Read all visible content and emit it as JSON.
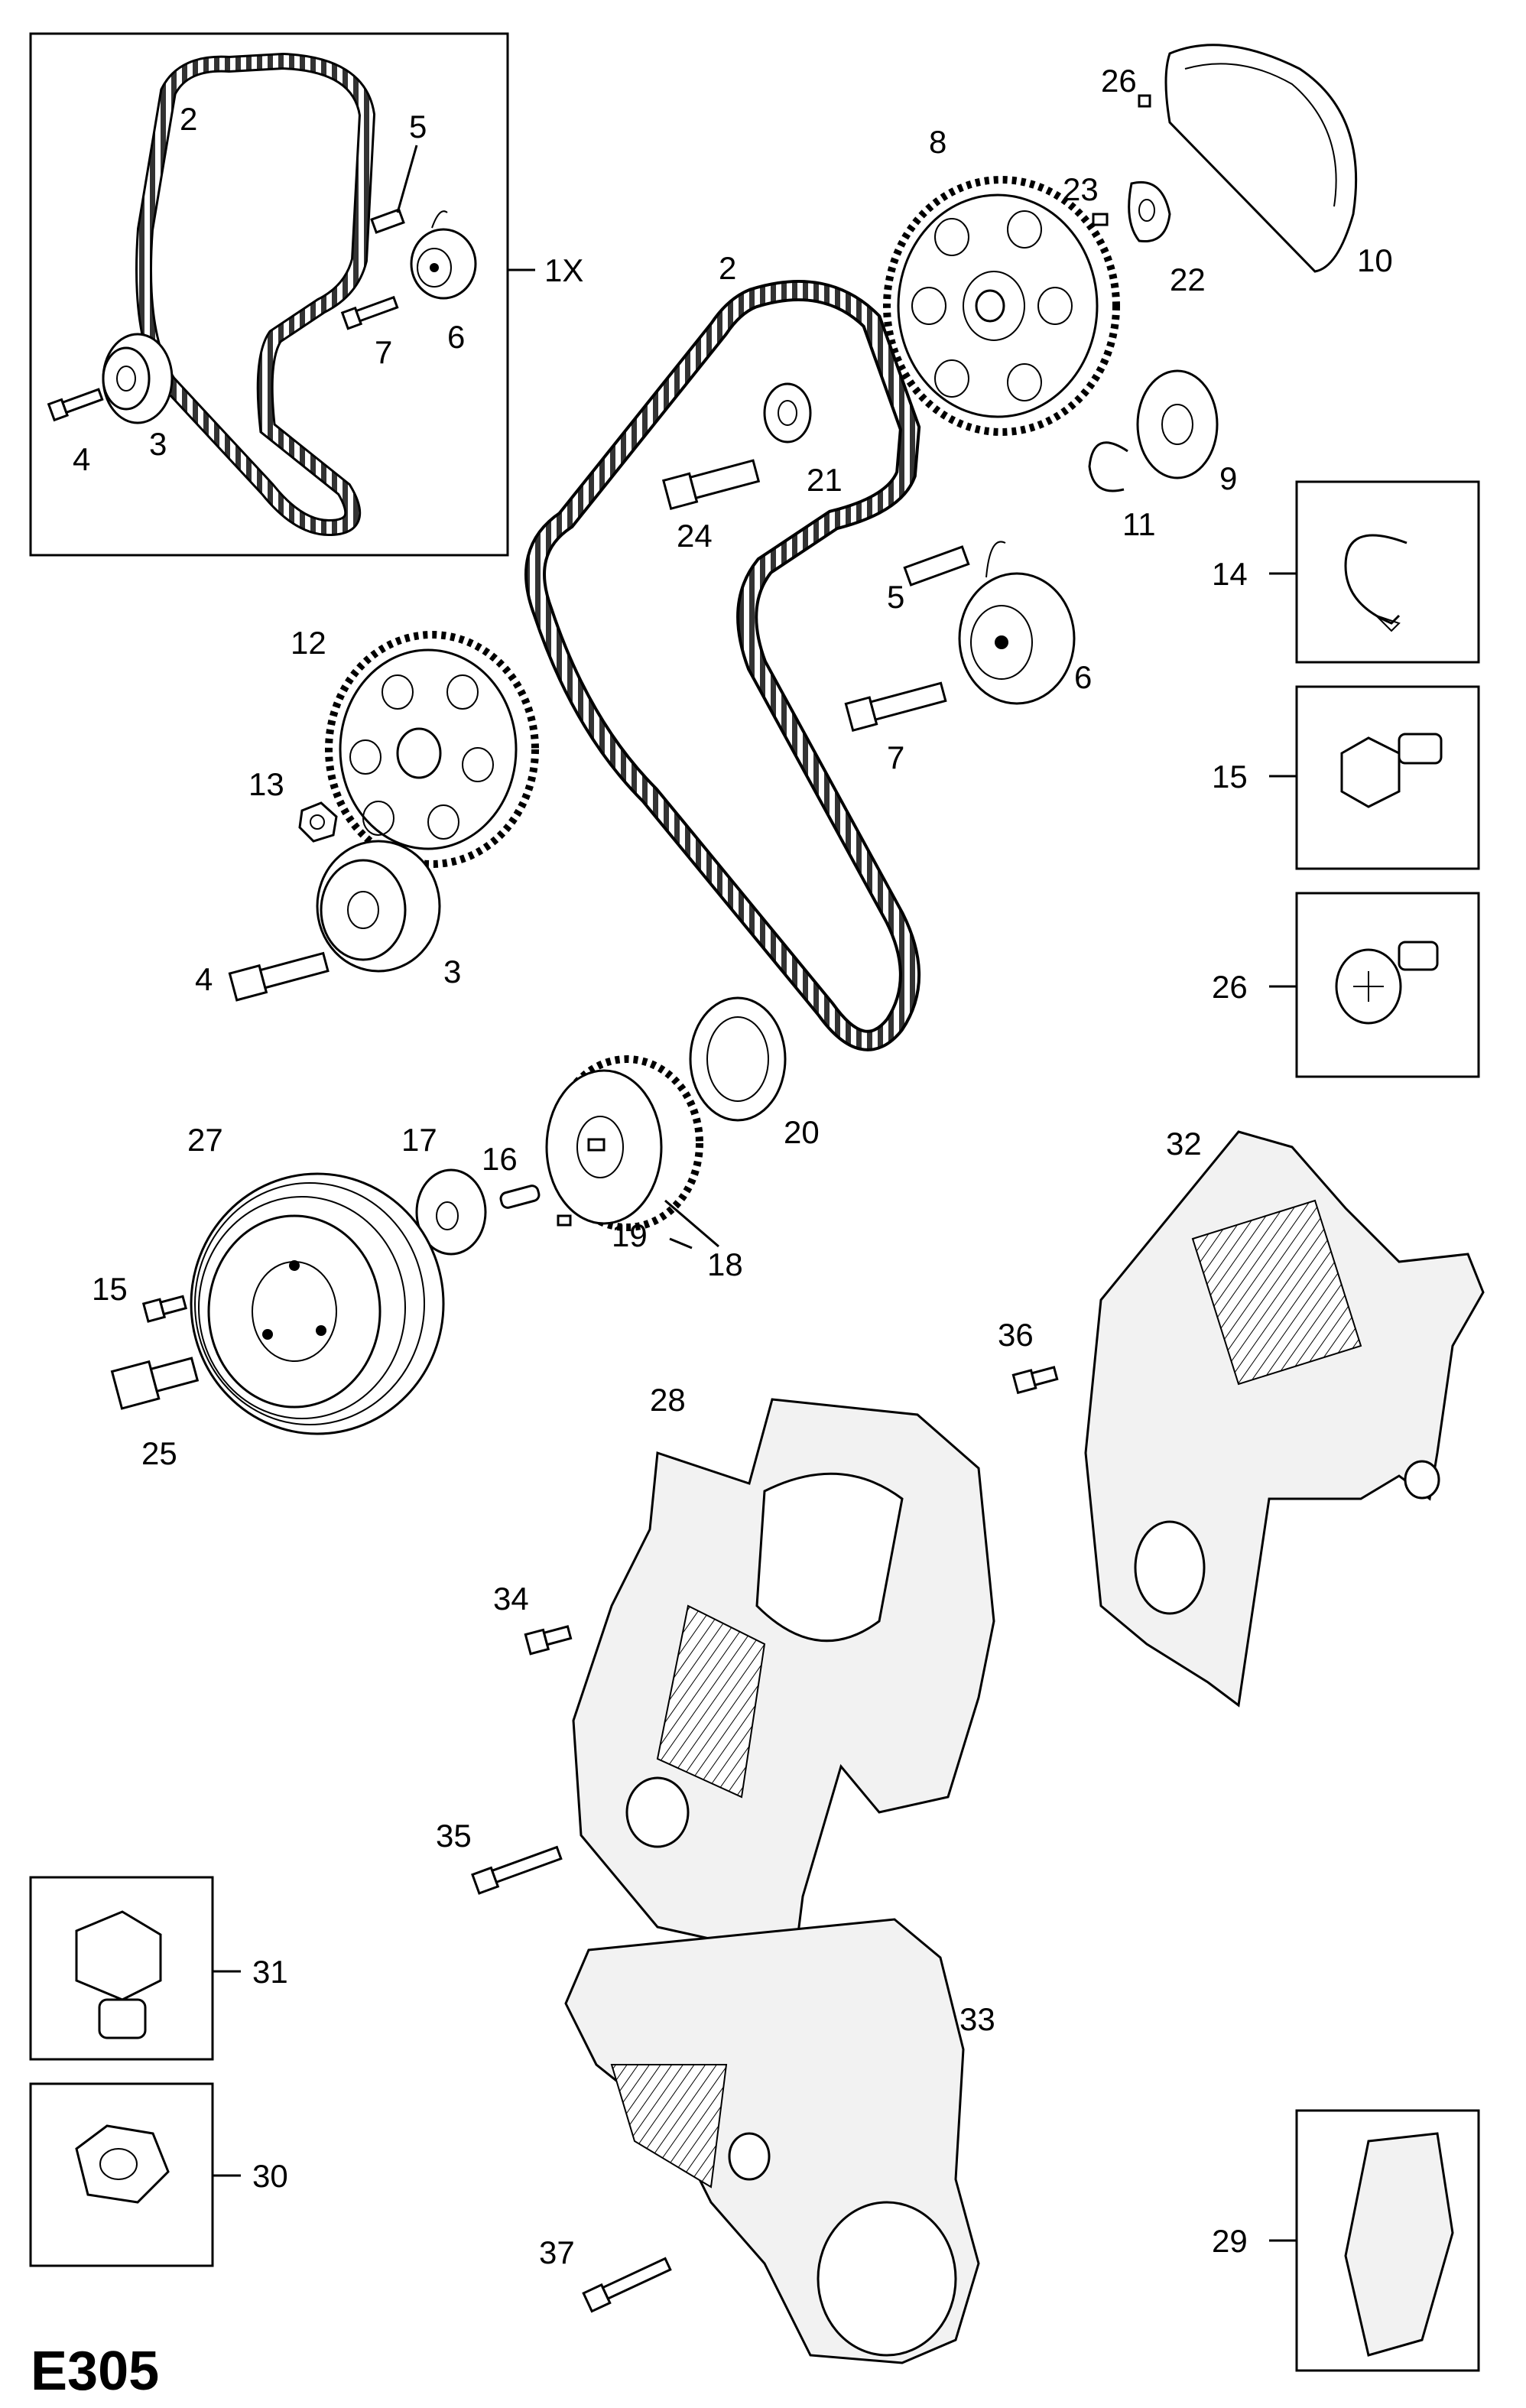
{
  "diagram": {
    "code": "E305",
    "labels": {
      "l1x": "1X",
      "l2a": "2",
      "l2b": "2",
      "l3a": "3",
      "l3b": "3",
      "l4a": "4",
      "l4b": "4",
      "l5a": "5",
      "l5b": "5",
      "l6a": "6",
      "l6b": "6",
      "l7a": "7",
      "l7b": "7",
      "l8": "8",
      "l9": "9",
      "l10": "10",
      "l11": "11",
      "l12": "12",
      "l13": "13",
      "l14": "14",
      "l15a": "15",
      "l15b": "15",
      "l16": "16",
      "l17": "17",
      "l18": "18",
      "l19": "19",
      "l20": "20",
      "l21": "21",
      "l22": "22",
      "l23": "23",
      "l24": "24",
      "l25": "25",
      "l26a": "26",
      "l26b": "26",
      "l27": "27",
      "l28": "28",
      "l29": "29",
      "l30": "30",
      "l31": "31",
      "l32": "32",
      "l33": "33",
      "l34": "34",
      "l35": "35",
      "l36": "36",
      "l37": "37"
    }
  }
}
